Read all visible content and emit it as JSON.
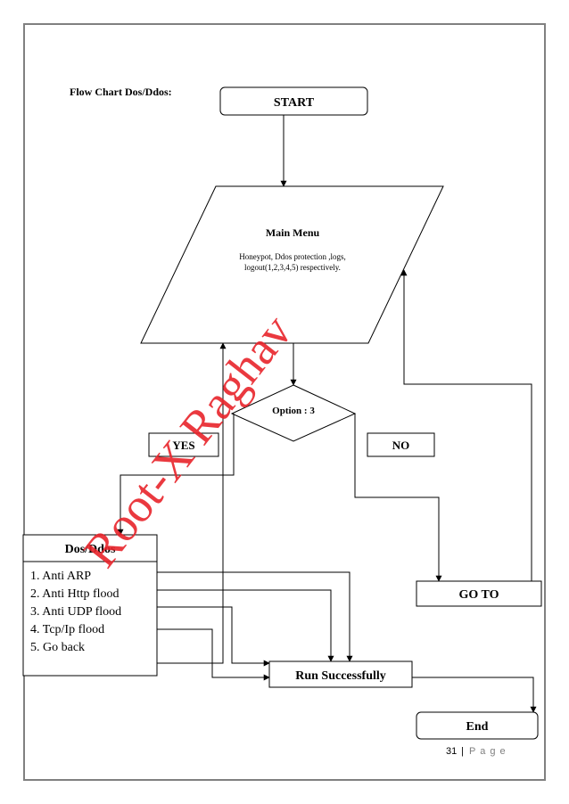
{
  "page": {
    "heading": "Flow Chart Dos/Ddos:",
    "page_number": "31",
    "page_separator": "|",
    "page_word": "P a g e",
    "watermark": "Root-X Raghav",
    "colors": {
      "watermark": "#e8242a",
      "ink": "#000000",
      "border": "#808080"
    }
  },
  "nodes": {
    "start": {
      "label": "START"
    },
    "main_menu": {
      "title": "Main Menu",
      "line1": "Honeypot, Ddos protection ,logs,",
      "line2": "logout(1,2,3,4,5) respectively."
    },
    "decision": {
      "label": "Option : 3"
    },
    "yes": {
      "label": "YES"
    },
    "no": {
      "label": "NO"
    },
    "dos_menu": {
      "title": "Dos/Ddos",
      "items": [
        "1. Anti ARP",
        "2. Anti Http flood",
        "3. Anti UDP flood",
        "4. Tcp/Ip flood",
        "5. Go back"
      ]
    },
    "goto": {
      "label": "GO TO"
    },
    "run": {
      "label": "Run Successfully"
    },
    "end": {
      "label": "End"
    }
  }
}
